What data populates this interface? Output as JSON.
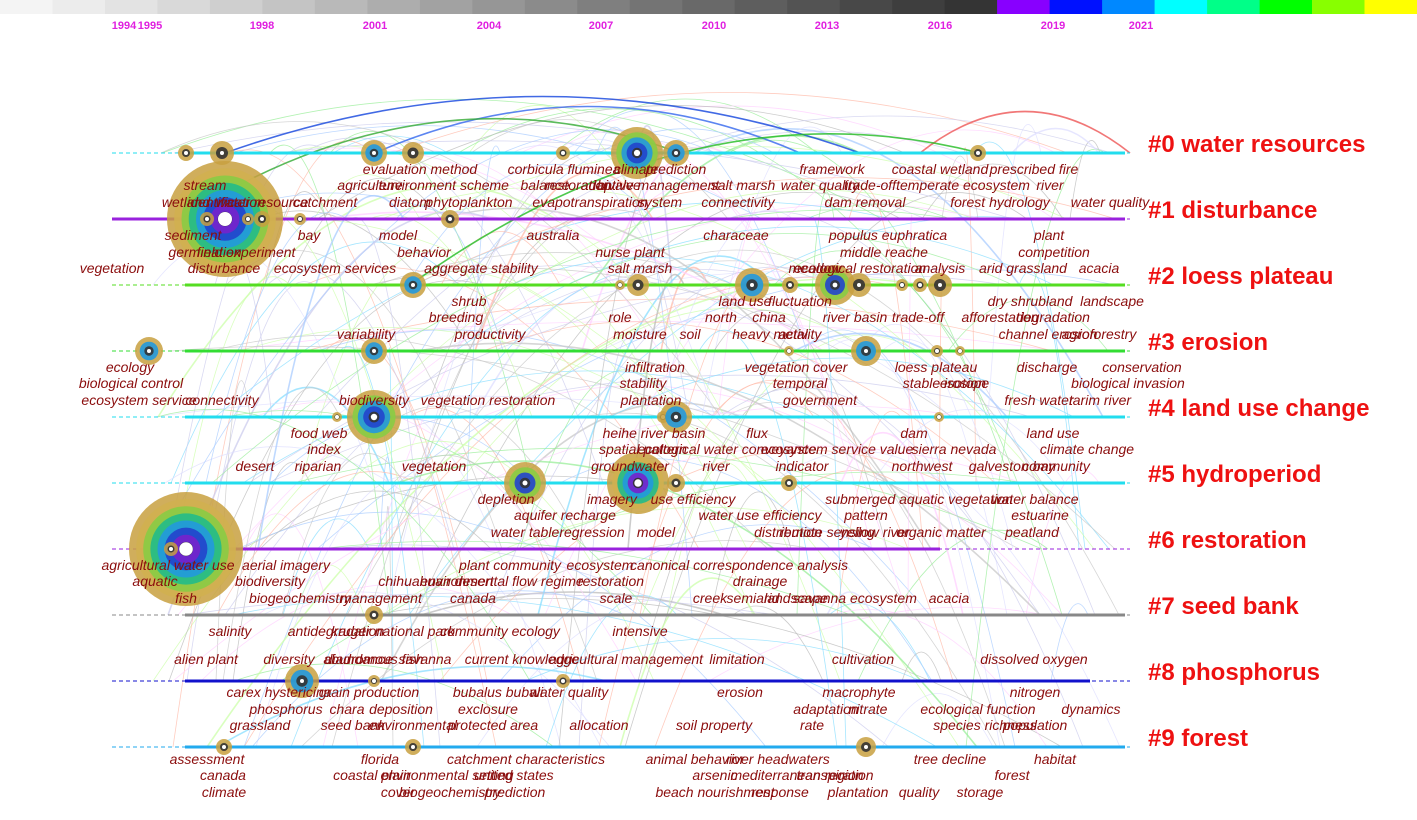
{
  "color_scale": [
    "#f4f4f4",
    "#ececec",
    "#e3e3e3",
    "#d9d9d9",
    "#cfcfcf",
    "#c4c4c4",
    "#b9b9b9",
    "#adadad",
    "#a2a2a2",
    "#969696",
    "#8b8b8b",
    "#7f7f7f",
    "#747474",
    "#696969",
    "#5e5e5e",
    "#535353",
    "#484848",
    "#3e3e3e",
    "#343434",
    "#8800ff",
    "#0011ff",
    "#0088ff",
    "#00ffff",
    "#00ff88",
    "#00ff00",
    "#88ff00",
    "#ffff00"
  ],
  "years": [
    "1994",
    "1995",
    "1998",
    "2001",
    "2004",
    "2007",
    "2010",
    "2013",
    "2016",
    "2019",
    "2021"
  ],
  "clusters": [
    {
      "label": "#0 water resources",
      "color": "#22ddee"
    },
    {
      "label": "#1 disturbance",
      "color": "#9922dd"
    },
    {
      "label": "#2 loess plateau",
      "color": "#55dd22"
    },
    {
      "label": "#3 erosion",
      "color": "#33dd33"
    },
    {
      "label": "#4 land use change",
      "color": "#22ddee"
    },
    {
      "label": "#5 hydroperiod",
      "color": "#22ddee"
    },
    {
      "label": "#6 restoration",
      "color": "#9922dd"
    },
    {
      "label": "#7 seed bank",
      "color": "#888888"
    },
    {
      "label": "#8 phosphorus",
      "color": "#1111cc"
    },
    {
      "label": "#9 forest",
      "color": "#22aaee"
    }
  ],
  "keywords": [
    "evaluation method",
    "corbicula fluminea",
    "climate",
    "prediction",
    "framework",
    "coastal wetland",
    "prescribed fire",
    "stream",
    "agriculture",
    "environment scheme",
    "balance",
    "restoration",
    "bivalve",
    "adaptive management",
    "salt marsh",
    "water quality",
    "trade-off",
    "temperate ecosystem",
    "river",
    "wetland",
    "identification",
    "water resource",
    "catchment",
    "diatom",
    "phytoplankton",
    "evapotranspiration",
    "system",
    "connectivity",
    "dam removal",
    "forest hydrology",
    "water quality",
    "sediment",
    "bay",
    "model",
    "australia",
    "characeae",
    "populus euphratica",
    "plant",
    "germination",
    "field experiment",
    "behavior",
    "nurse plant",
    "middle reache",
    "competition",
    "vegetation",
    "disturbance",
    "ecosystem services",
    "aggregate stability",
    "salt marsh",
    "meadow",
    "ecological restoration",
    "analysis",
    "arid grassland",
    "acacia",
    "shrub",
    "land use",
    "fluctuation",
    "dry shrubland",
    "landscape",
    "breeding",
    "role",
    "north",
    "china",
    "river basin",
    "trade-off",
    "afforestation",
    "degradation",
    "variability",
    "productivity",
    "moisture",
    "soil",
    "heavy metal",
    "activity",
    "channel erosion",
    "agroforestry",
    "ecology",
    "infiltration",
    "vegetation cover",
    "loess plateau",
    "discharge",
    "conservation",
    "biological control",
    "stability",
    "temporal",
    "stable isotope",
    "erosion",
    "biological invasion",
    "ecosystem service",
    "connectivity",
    "biodiversity",
    "vegetation restoration",
    "plantation",
    "government",
    "fresh water",
    "tarim river",
    "food web",
    "heihe river basin",
    "flux",
    "dam",
    "land use",
    "index",
    "spatial pattern",
    "ecological water conveyance",
    "ecosystem service value",
    "sierra nevada",
    "climate change",
    "desert",
    "riparian",
    "vegetation",
    "groundwater",
    "river",
    "indicator",
    "northwest",
    "galveston bay",
    "community",
    "depletion",
    "imagery",
    "use efficiency",
    "submerged aquatic vegetation",
    "water balance",
    "aquifer recharge",
    "water use efficiency",
    "pattern",
    "estuarine",
    "water table",
    "regression",
    "model",
    "distribution",
    "remote sensing",
    "yellow river",
    "organic matter",
    "peatland",
    "agricultural water use",
    "aerial imagery",
    "plant community",
    "ecosystem",
    "canonical correspondence analysis",
    "aquatic",
    "biodiversity",
    "chihuahuan desert",
    "environmental flow regime",
    "restoration",
    "drainage",
    "fish",
    "biogeochemistry",
    "management",
    "canada",
    "scale",
    "creek",
    "semiarid",
    "landscape",
    "savanna ecosystem",
    "acacia",
    "salinity",
    "antidegradation",
    "kruger national park",
    "community ecology",
    "intensive",
    "alien plant",
    "diversity",
    "abundance",
    "diadromous fish",
    "savanna",
    "current knowledge",
    "agricultural management",
    "limitation",
    "cultivation",
    "dissolved oxygen",
    "carex hystericina",
    "grain production",
    "bubalus bubali",
    "water quality",
    "erosion",
    "macrophyte",
    "nitrogen",
    "phosphorus",
    "chara",
    "deposition",
    "exclosure",
    "adaptation",
    "nitrate",
    "ecological function",
    "dynamics",
    "grassland",
    "seed bank",
    "environmental",
    "protected area",
    "allocation",
    "soil property",
    "rate",
    "species richness",
    "population",
    "assessment",
    "florida",
    "catchment characteristics",
    "animal behavior",
    "river headwaters",
    "tree decline",
    "habitat",
    "canada",
    "coastal plain",
    "environmental setting",
    "united states",
    "arsenic",
    "mediterranean region",
    "transpiration",
    "forest",
    "climate",
    "cover",
    "biogeochemistry",
    "prediction",
    "beach nourishment",
    "response",
    "plantation",
    "quality",
    "storage"
  ]
}
